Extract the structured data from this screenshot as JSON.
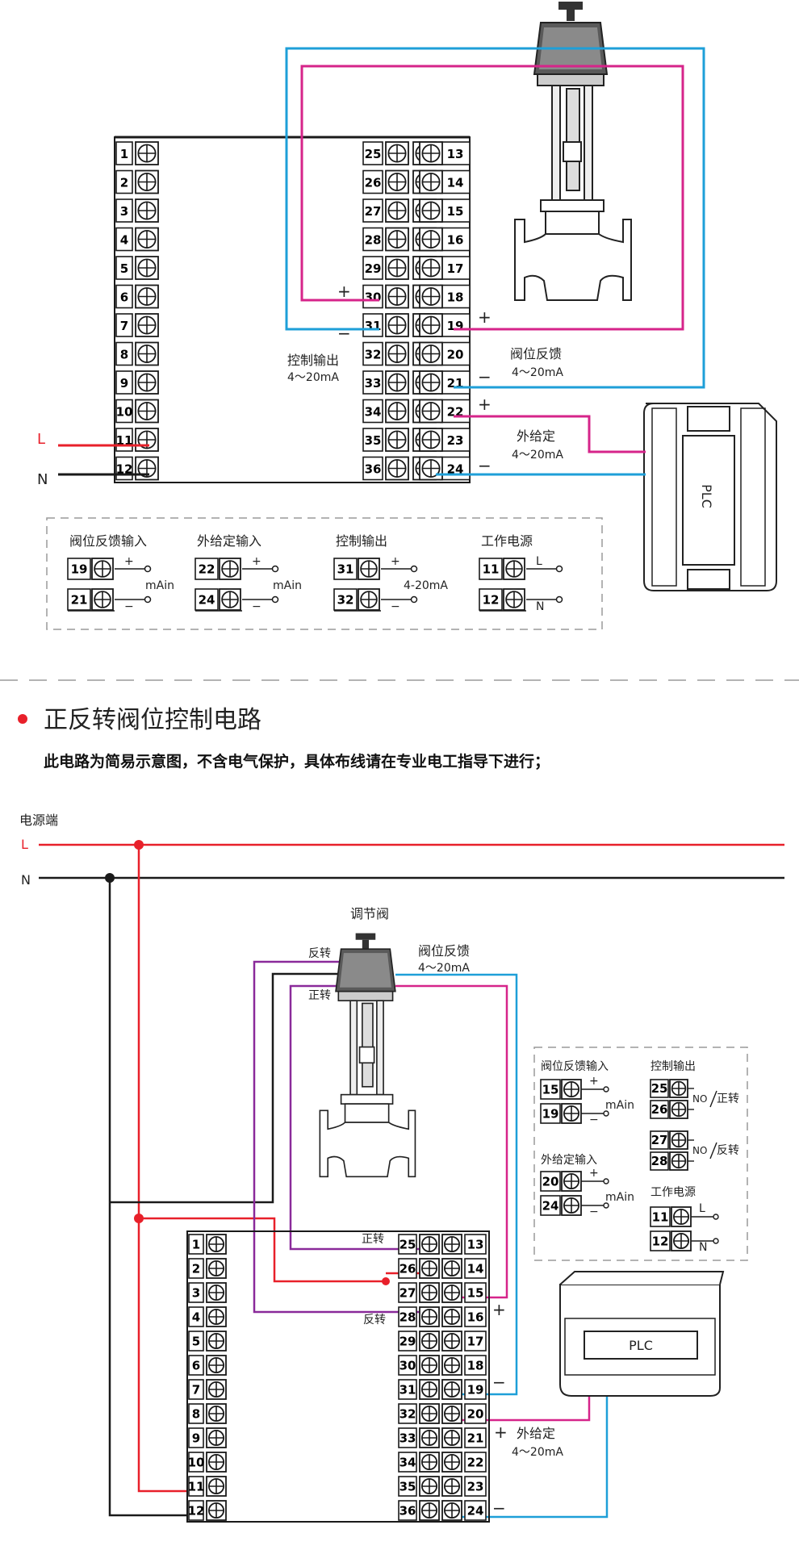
{
  "colors": {
    "red": "#e8202a",
    "magenta": "#d6248a",
    "blue": "#1e9fd8",
    "purple": "#8a2a9a",
    "black": "#1a1a1a",
    "dash": "#9a9a9a",
    "bullet": "#e8202a"
  },
  "top": {
    "terminals_left": [
      "1",
      "2",
      "3",
      "4",
      "5",
      "6",
      "7",
      "8",
      "9",
      "10",
      "11",
      "12"
    ],
    "terminals_mid": [
      "25",
      "26",
      "27",
      "28",
      "29",
      "30",
      "31",
      "32",
      "33",
      "34",
      "35",
      "36"
    ],
    "terminals_right": [
      "13",
      "14",
      "15",
      "16",
      "17",
      "18",
      "19",
      "20",
      "21",
      "22",
      "23",
      "24"
    ],
    "line_L": "L",
    "line_N": "N",
    "plus": "+",
    "minus": "−",
    "control_output": "控制输出",
    "control_output_range": "4～20mA",
    "valve_feedback": "阀位反馈",
    "valve_feedback_range": "4～20mA",
    "external_setpoint": "外给定",
    "external_setpoint_range": "4～20mA",
    "plc": "PLC",
    "legend": [
      {
        "title": "阀位反馈输入",
        "t1": "19",
        "t2": "21",
        "s1": "+",
        "s2": "−",
        "note": "mAin"
      },
      {
        "title": "外给定输入",
        "t1": "22",
        "t2": "24",
        "s1": "+",
        "s2": "−",
        "note": "mAin"
      },
      {
        "title": "控制输出",
        "t1": "31",
        "t2": "32",
        "s1": "+",
        "s2": "−",
        "note": "4-20mA"
      },
      {
        "title": "工作电源",
        "t1": "11",
        "t2": "12",
        "s1": "L",
        "s2": "N",
        "note": ""
      }
    ]
  },
  "section": {
    "title": "正反转阀位控制电路",
    "subtitle": "此电路为简易示意图，不含电气保护，具体布线请在专业电工指导下进行；"
  },
  "bottom": {
    "power_label": "电源端",
    "line_L": "L",
    "line_N": "N",
    "valve_title": "调节阀",
    "reverse": "反转",
    "forward": "正转",
    "valve_feedback": "阀位反馈",
    "valve_feedback_range": "4～20mA",
    "external_setpoint": "外给定",
    "external_setpoint_range": "4～20mA",
    "plus": "+",
    "minus": "−",
    "plc": "PLC",
    "terminal_forward": "正转",
    "terminal_reverse": "反转",
    "terminals_left": [
      "1",
      "2",
      "3",
      "4",
      "5",
      "6",
      "7",
      "8",
      "9",
      "10",
      "11",
      "12"
    ],
    "terminals_mid": [
      "25",
      "26",
      "27",
      "28",
      "29",
      "30",
      "31",
      "32",
      "33",
      "34",
      "35",
      "36"
    ],
    "terminals_right": [
      "13",
      "14",
      "15",
      "16",
      "17",
      "18",
      "19",
      "20",
      "21",
      "22",
      "23",
      "24"
    ],
    "legend": {
      "feedback_input": {
        "title": "阀位反馈输入",
        "t1": "15",
        "t2": "19",
        "s1": "+",
        "s2": "−",
        "note": "mAin"
      },
      "external_input": {
        "title": "外给定输入",
        "t1": "20",
        "t2": "24",
        "s1": "+",
        "s2": "−",
        "note": "mAin"
      },
      "control_output": {
        "title": "控制输出",
        "a1": "25",
        "a2": "26",
        "a_no": "NO",
        "a_label": "正转",
        "b1": "27",
        "b2": "28",
        "b_no": "NO",
        "b_label": "反转"
      },
      "power": {
        "title": "工作电源",
        "t1": "11",
        "t2": "12",
        "s1": "L",
        "s2": "N"
      }
    }
  }
}
